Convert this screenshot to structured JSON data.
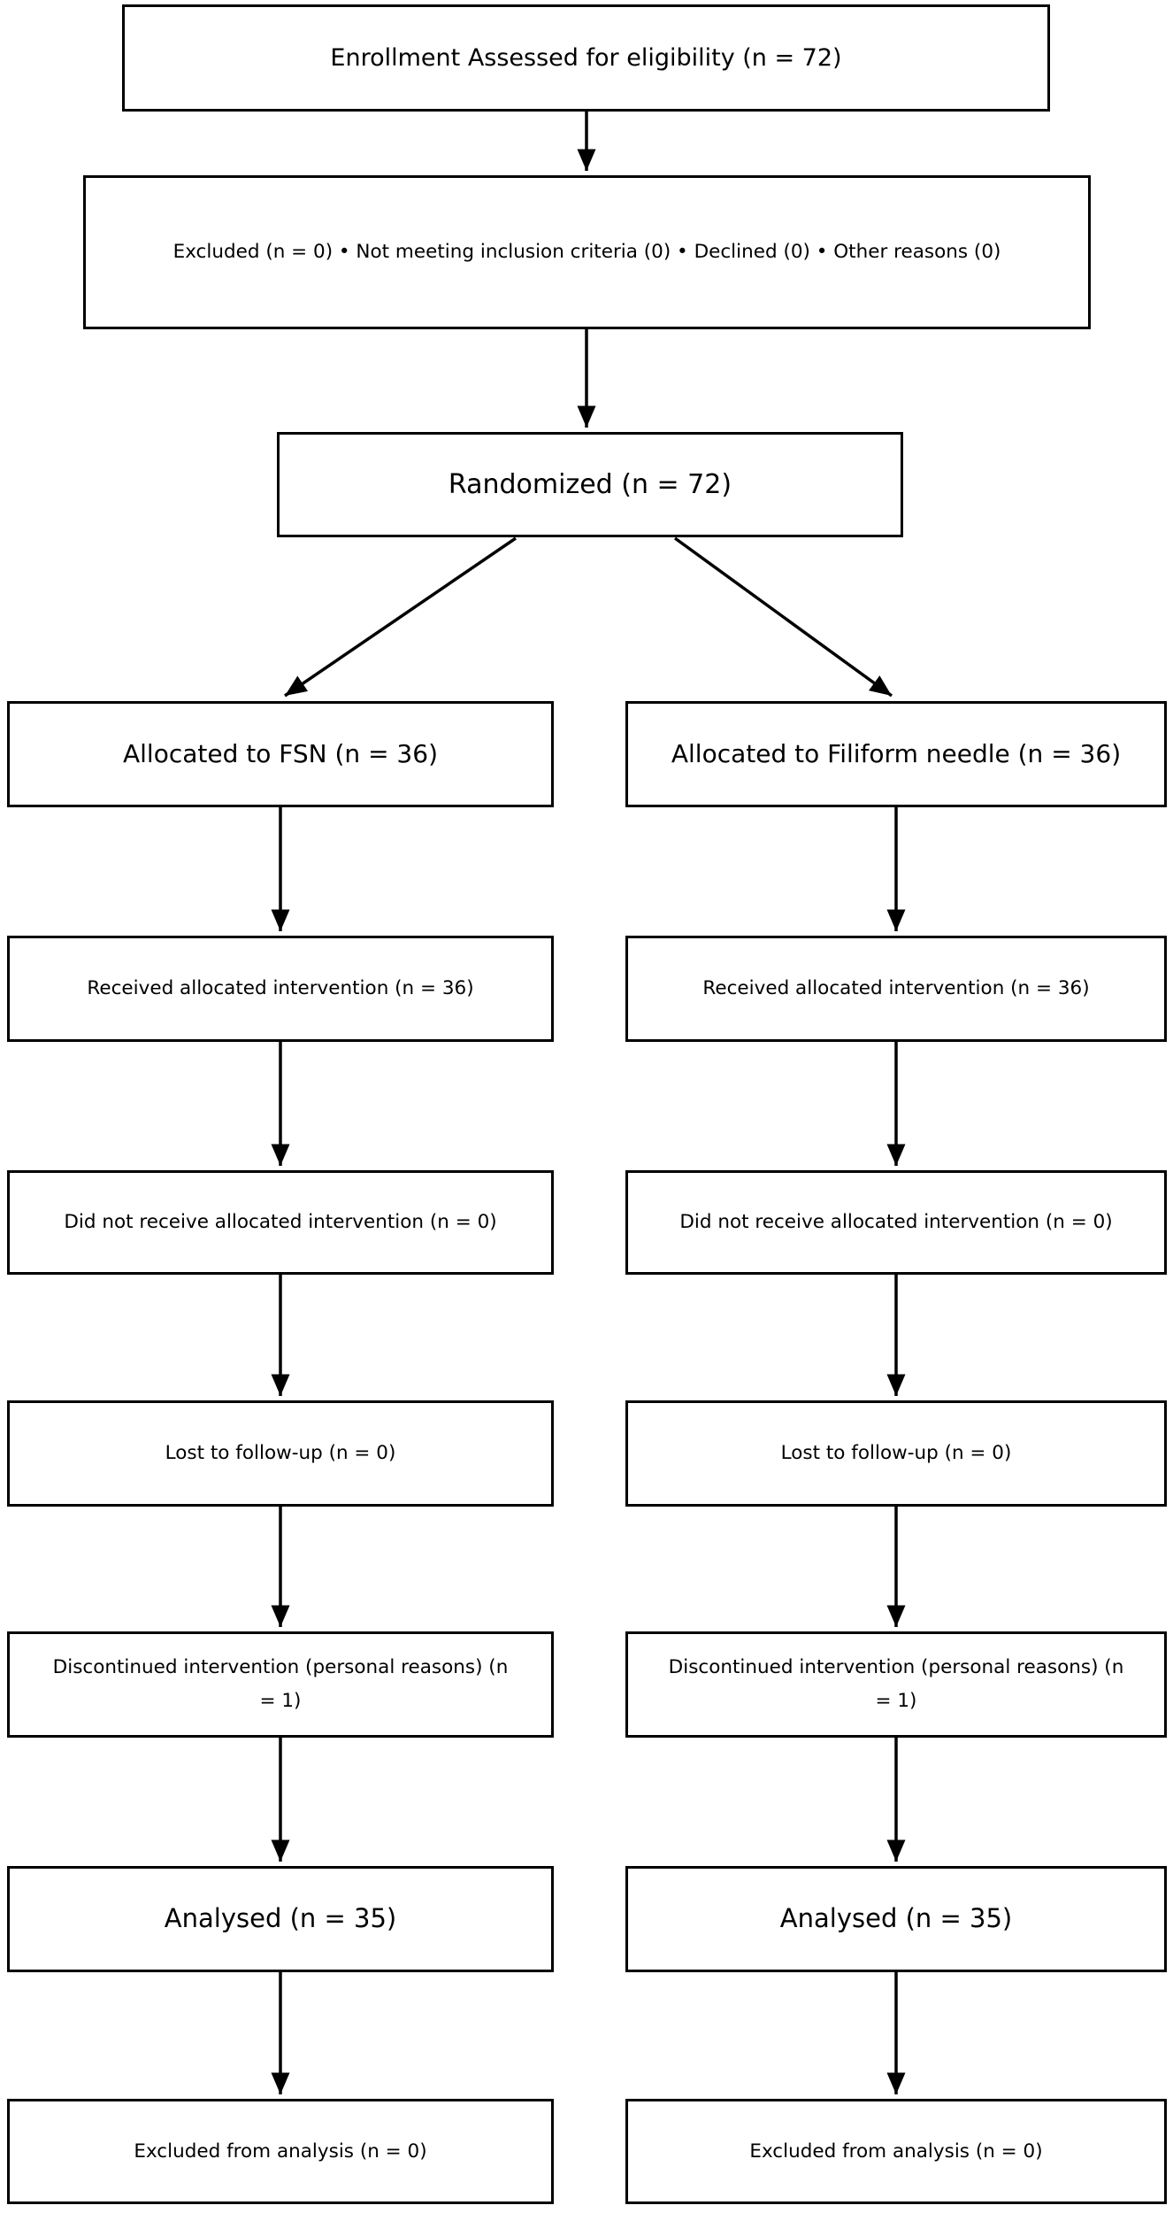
{
  "diagram": {
    "type": "consort-flowchart",
    "colors": {
      "background": "#ffffff",
      "box_fill": "#ffffff",
      "box_border": "#000000",
      "text": "#000000",
      "arrow": "#000000"
    },
    "enrollment_box": {
      "label": "Enrollment Assessed for eligibility (n = 72)"
    },
    "excluded_box": {
      "label": "Excluded (n = 0) • Not meeting inclusion criteria (0) • Declined (0) • Other reasons (0)"
    },
    "randomized_box": {
      "label": "Randomized (n = 72)"
    },
    "arms": [
      {
        "id": "fsn",
        "allocated": "Allocated to FSN (n = 36)",
        "received": "Received allocated intervention (n = 36)",
        "did_not_receive": "Did not receive allocated intervention (n = 0)",
        "lost_followup": "Lost to follow-up (n = 0)",
        "discontinued": "Discontinued intervention (personal reasons) (n = 1)",
        "analysed": "Analysed (n = 35)",
        "excluded_from_analysis": "Excluded from analysis (n = 0)"
      },
      {
        "id": "filiform-needle",
        "allocated": "Allocated to Filiform needle (n = 36)",
        "received": "Received allocated intervention (n = 36)",
        "did_not_receive": "Did not receive allocated intervention (n = 0)",
        "lost_followup": "Lost to follow-up (n = 0)",
        "discontinued": "Discontinued intervention (personal reasons) (n = 1)",
        "analysed": "Analysed (n = 35)",
        "excluded_from_analysis": "Excluded from analysis (n = 0)"
      }
    ]
  }
}
